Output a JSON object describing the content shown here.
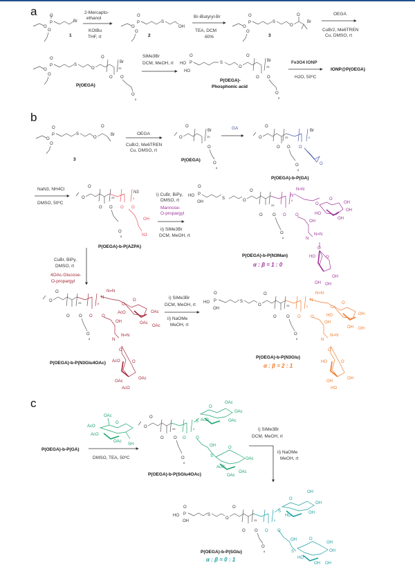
{
  "colors": {
    "header_bar": "#1f4e8c",
    "ga_blue": "#4a5aa8",
    "azpa_red": "#e8505b",
    "mannose_magenta": "#a0359b",
    "glc4oac_darkred": "#a3283a",
    "glucose_orange": "#f07a2a",
    "sglu4oac_green": "#1aa36d",
    "sglu_teal": "#1a9ea2",
    "black": "#333333"
  },
  "panel_a": {
    "label": "a",
    "compound_1": "1",
    "compound_2": "2",
    "compound_3": "3",
    "step1": {
      "above": [
        "2-Mercapto-",
        "ethanol"
      ],
      "below": [
        "KOtBu",
        "THF, rt"
      ]
    },
    "step2": {
      "above": [
        "Br-iButyryl-Br"
      ],
      "below": [
        "TEA, DCM",
        "60%"
      ]
    },
    "step3": {
      "above": [
        "OEGA"
      ],
      "below": [
        "CuBr2, Me6TREN",
        "Cu, DMSO, rt"
      ]
    },
    "step4": {
      "above": [
        "SiMe3Br"
      ],
      "below": [
        "DCM, MeOH, rt"
      ]
    },
    "step5": {
      "above": [
        "Fe3O4 IONP"
      ],
      "below": [
        "H2O, 50ºC"
      ]
    },
    "product_poegа": "P(OEGA)",
    "product_acid": [
      "P(OEGA)-",
      "Phosphonic acid"
    ],
    "product_ionp": "IONP@P(OEGA)",
    "dp_oega": "25",
    "peg_n": "8"
  },
  "panel_b": {
    "label": "b",
    "start_compound": "3",
    "step1": {
      "above": [
        "OEGA"
      ],
      "below": [
        "CuBr2, Me6TREN",
        "Cu, DMSO, rt"
      ]
    },
    "step2": {
      "above": [
        "GA"
      ]
    },
    "step3": {
      "above": [
        "NaN3, NH4Cl"
      ],
      "below": [
        "DMSO, 50ºC"
      ]
    },
    "step4": {
      "above": [
        "i) CuBr, BiPy,",
        "DMSO, rt"
      ],
      "reagent": [
        "Mannose-",
        "O-propargyl"
      ],
      "below": [
        "ii) SiMe3Br",
        "DCM, MeOH, rt"
      ]
    },
    "step5": {
      "above": [
        "CuBr, BiPy,",
        "DMSO, rt"
      ],
      "reagent": [
        "4OAc-Glucose-",
        "O-propargyl"
      ]
    },
    "step6": {
      "above": [
        "i) SiMe3Br",
        "DCM, MeOH, rt"
      ],
      "below": [
        "ii) NaOMe",
        "MeOH, rt"
      ]
    },
    "poega": "P(OEGA)",
    "poega_pga": "P(OEGA)-b-P(GA)",
    "poega_pazpa": "P(OEGA)-b-P(AZPA)",
    "poega_n3man": "P(OEGA)-b-P(N3Man)",
    "poega_n3glu4oac": "P(OEGA)-b-P(N3Glu4OAc)",
    "poega_n3glu": "P(OEGA)-b-P(N3Glu)",
    "ratio_man": "α : β = 1 : 0",
    "ratio_glu": "α : β = 2 : 1",
    "dp_oega": "25",
    "dp_block": "6",
    "peg_n": "8"
  },
  "panel_c": {
    "label": "c",
    "start": "P(OEGA)-b-P(GA)",
    "step1": {
      "below": [
        "DMSO, TEA, 50ºC"
      ]
    },
    "step2": {
      "above": [
        "i) SiMe3Br",
        "DCM, MeOH, rt"
      ],
      "side": [
        "ii) NaOMe",
        "MeOH, rt"
      ]
    },
    "poega_sglu4oac": "P(OEGA)-b-P(SGlu4OAc)",
    "poega_sglu": "P(OEGA)-b-P(SGlu)",
    "ratio_sglu": "α : β = 0 : 1",
    "dp_oega": "25",
    "dp_block": "6",
    "peg_n": "8"
  },
  "atoms": {
    "O": "O",
    "P": "P",
    "S": "S",
    "Br": "Br",
    "OH": "OH",
    "HO": "HO",
    "N3": "N3",
    "N": "N",
    "NN": "N=N",
    "OAc": "OAc",
    "AcO": "AcO",
    "SH": "SH"
  }
}
